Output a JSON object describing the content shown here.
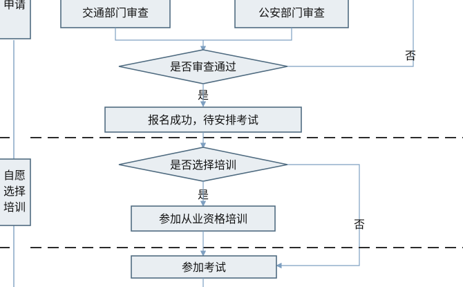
{
  "nodes": {
    "apply": "申请",
    "traffic_review": "交通部门审查",
    "police_review": "公安部门审查",
    "review_passed": "是否审查通过",
    "signup_success": "报名成功，待安排考试",
    "choose_training": "是否选择培训",
    "attend_training": "参加从业资格培训",
    "take_exam": "参加考试",
    "voluntary": [
      "自愿",
      "选择",
      "培训"
    ]
  },
  "branch_labels": {
    "review_yes": "是",
    "review_no": "否",
    "training_yes": "是",
    "training_no": "否"
  },
  "colors": {
    "box_fill": "#e9eef2",
    "box_border": "#4f6b80",
    "connector": "#7d9fc0",
    "divider": "#2a2a2a"
  }
}
